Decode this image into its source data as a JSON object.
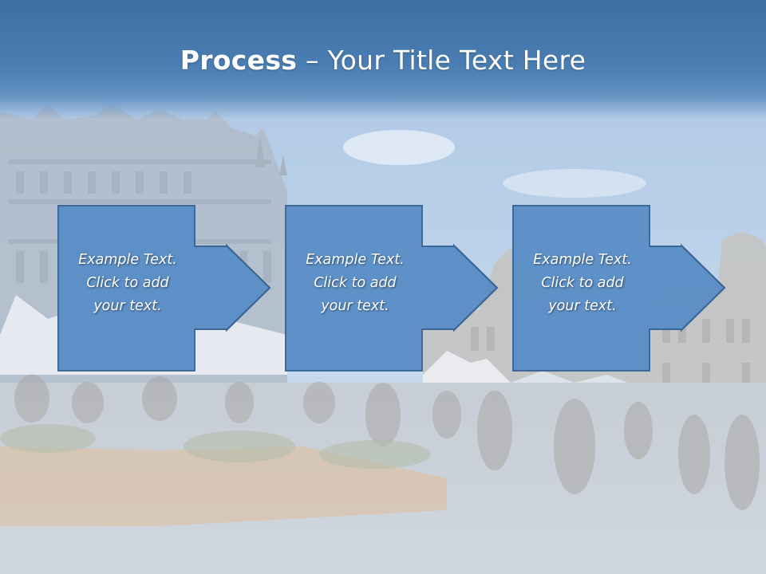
{
  "title": {
    "bold": "Process",
    "rest": " – Your Title Text Here"
  },
  "steps": [
    {
      "lines": [
        "Example Text.",
        "Click  to add",
        "your text."
      ],
      "icon": "right-arrow-icon"
    },
    {
      "lines": [
        "Example Text.",
        "Click  to add",
        "your text."
      ],
      "icon": "right-arrow-icon"
    },
    {
      "lines": [
        "Example Text.",
        "Click  to add",
        "your text."
      ],
      "icon": "right-arrow-icon"
    }
  ],
  "colors": {
    "title_band": "#4a7db2",
    "box_fill": "#5b8fc7",
    "box_stroke": "#3a6696",
    "text": "#ffffff"
  },
  "background": {
    "description_icon": "city-square-photo"
  }
}
